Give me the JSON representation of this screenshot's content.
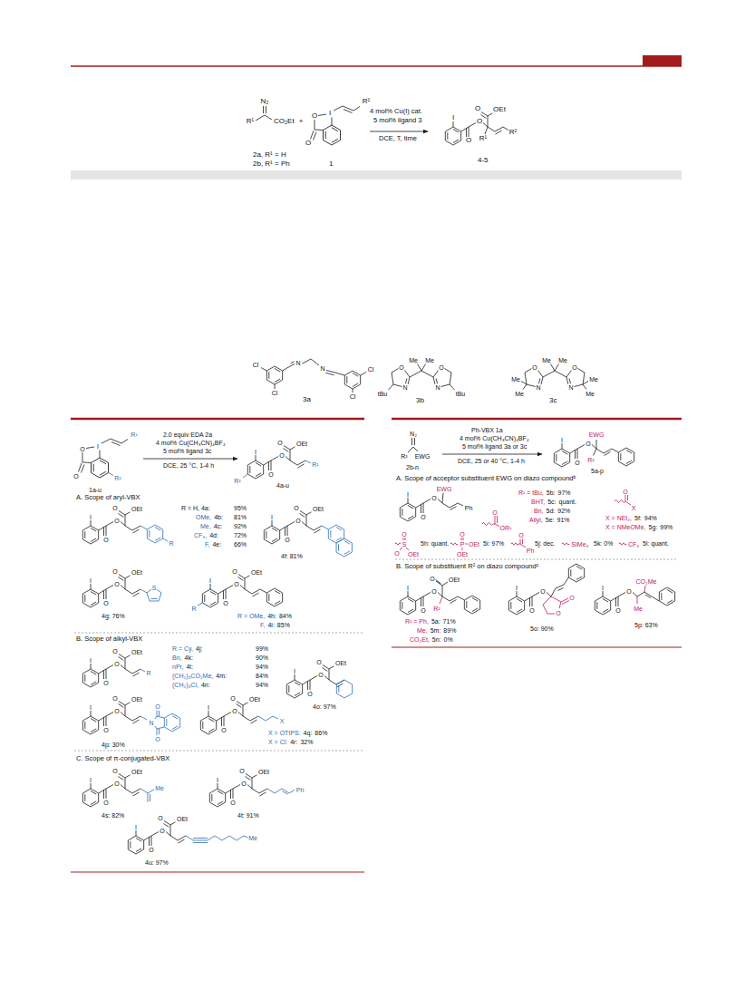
{
  "diagram": {
    "labels": [
      "N₂",
      "R¹",
      "CO₂Et",
      "+",
      "O",
      "I",
      "R²",
      "O",
      "2a, R¹ = H",
      "2b, R¹ = Ph",
      "1",
      "4 mol% Cu(I) cat.",
      "5 mol% ligand 3",
      "DCE, T, time",
      "I",
      "O",
      "O",
      "O",
      "OEt",
      "R¹",
      "R²",
      "4-5",
      "Cl",
      "N",
      "N",
      "Cl",
      "Cl",
      "Cl",
      "3a",
      "Me",
      "Me",
      "O",
      "O",
      "N",
      "N",
      "tBu",
      "tBu",
      "3b",
      "Me",
      "Me",
      "O",
      "O",
      "Me",
      "Me",
      "N",
      "N",
      "Me",
      "Me",
      "3c",
      "R¹",
      "O",
      "I",
      "O",
      "R²",
      "1a-u",
      "2.0 equiv EDA 2a",
      "4 mol% Cu(CH₃CN)₄BF₄",
      "5 mol% ligand 3c",
      "DCE, 25 °C, 1-4 h",
      "I",
      "O",
      "O",
      "O",
      "OEt",
      "R¹",
      "R²",
      "4a-u",
      "A. Scope of aryl-VBX",
      "I",
      "O",
      "O",
      "O",
      "OEt",
      "R",
      "R = H, 4a:",
      "95%",
      "OMe,",
      "4b:",
      "81%",
      "Me,",
      "4c:",
      "92%",
      "CF₃,",
      "4d:",
      "72%",
      "F,",
      "4e:",
      "66%",
      "I",
      "O",
      "O",
      "O",
      "OEt",
      "4f: 81%",
      "I",
      "O",
      "O",
      "O",
      "OEt",
      "S",
      "4g: 76%",
      "I",
      "O",
      "O",
      "O",
      "OEt",
      "R",
      "R = OMe,",
      "4h:",
      "84%",
      "F,",
      "4i:",
      "85%",
      "B. Scope of alkyl-VBX",
      "I",
      "O",
      "O",
      "O",
      "OEt",
      "R",
      "R = Cy,",
      "4j:",
      "99%",
      "Bn,",
      "4k:",
      "90%",
      "nPr,",
      "4l:",
      "94%",
      "(CH₂)₃CO₂Me,",
      "4m:",
      "84%",
      "(CH₂)₃Cl,",
      "4n:",
      "94%",
      "I",
      "O",
      "O",
      "O",
      "OEt",
      "4o: 97%",
      "I",
      "O",
      "O",
      "O",
      "OEt",
      "O",
      "N",
      "O",
      "4p: 30%",
      "I",
      "O",
      "O",
      "O",
      "OEt",
      "X",
      "X = OTIPS:",
      "4q:",
      "86%",
      "X = Cl:",
      "4r:",
      "32%",
      "C. Scope of π-conjugated-VBX",
      "I",
      "O",
      "O",
      "O",
      "OEt",
      "Me",
      "4s: 82%",
      "I",
      "O",
      "O",
      "O",
      "OEt",
      "Ph",
      "4t: 91%",
      "I",
      "O",
      "O",
      "O",
      "OEt",
      "Me",
      "4u: 97%",
      "N₂",
      "R²",
      "EWG",
      "2b-n",
      "Ph-VBX 1a",
      "4 mol% Cu(CH₃CN)₄BF₄",
      "5 mol% ligand 3a or 3c",
      "DCE, 25 or 40 °C, 1-4 h",
      "I",
      "O",
      "O",
      "EWG",
      "R²",
      "5a-p",
      "A. Scope of acceptor substituent EWG on diazo compoundᵇ",
      "I",
      "O",
      "O",
      "EWG",
      "Ph",
      "O",
      "OR¹",
      "R¹ = tBu,",
      "5b:",
      "97%",
      "BHT,",
      "5c:",
      "quant.",
      "Bn,",
      "5d:",
      "92%",
      "Allyl,",
      "5e:",
      "91%",
      "O",
      "X",
      "X = NEt₂,",
      "5f:",
      "94%",
      "X = NMeOMe,",
      "5g:",
      "99%",
      "O",
      "S",
      "O",
      "OEt",
      "5h: quant.",
      "O",
      "P",
      "OEt",
      "OEt",
      "5i: 97%",
      "O",
      "Ph",
      "5j: dec.",
      "SiMe₃",
      "5k: 0%",
      "CF₃",
      "5l: quant.",
      "B. Scope of substituent R² on diazo compoundᶜ",
      "I",
      "O",
      "O",
      "O",
      "OEt",
      "R²",
      "R² = Ph,",
      "5a:",
      "71%",
      "Me,",
      "5m:",
      "89%",
      "CO₂Et,",
      "5n:",
      "0%",
      "I",
      "O",
      "O",
      "O",
      "O",
      "5o: 90%",
      "I",
      "O",
      "O",
      "CO₂Me",
      "Me",
      "5p: 63%"
    ]
  }
}
